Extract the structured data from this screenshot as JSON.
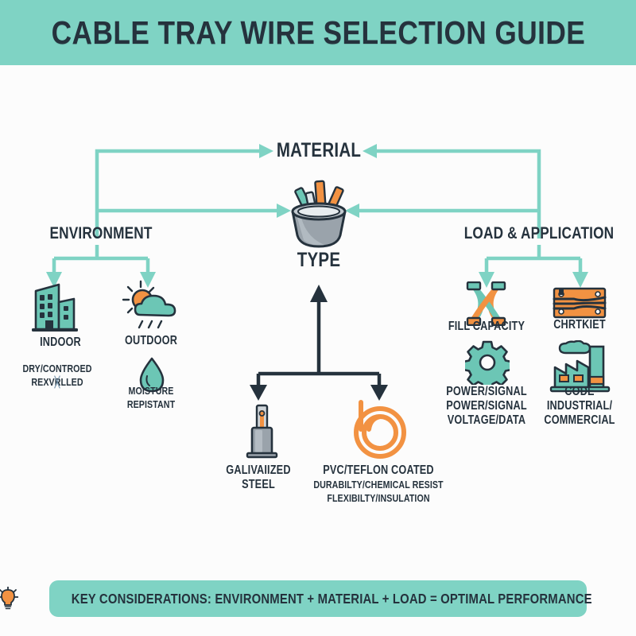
{
  "header": {
    "title": "CABLE TRAY WIRE SELECTION GUIDE",
    "band_color": "#7fd3c4",
    "text_color": "#25323d"
  },
  "palette": {
    "teal": "#7fd3c4",
    "teal_icon": "#6cc6b5",
    "orange": "#f29242",
    "navy": "#25323d",
    "gray": "#9aa3ab",
    "background": "#fcfcfc"
  },
  "center": {
    "material": {
      "label": "MATERIAL"
    },
    "type": {
      "label": "TYPE"
    },
    "tray_icon": "cable-tray-icon"
  },
  "branches": [
    {
      "id": "environment",
      "label": "ENVIRONMENT",
      "items": [
        {
          "id": "indoor",
          "icon": "building-icon",
          "label": "INDOOR",
          "sub_lines": [
            "DRY/CONTROED",
            "REXVRLLED"
          ],
          "garbled": true
        },
        {
          "id": "outdoor",
          "icon": "sun-cloud-rain-icon",
          "label": "OUTDOOR",
          "icon2": "water-drop-icon",
          "sub_lines": [
            "MOISTURE",
            "REPISTANT"
          ]
        }
      ]
    },
    {
      "id": "type",
      "label": "TYPE",
      "items": [
        {
          "id": "galvanized-steel",
          "icon": "conduit-icon",
          "label": "GALIVAIIZED",
          "label2": "STEEL",
          "sub_lines": []
        },
        {
          "id": "pvc-teflon",
          "icon": "coiled-cable-icon",
          "label": "PVC/TEFLON COATED",
          "sub_lines": [
            "DURABILTY/CHEMICAL RESIST",
            "FLEXIBILTY/INSULATION"
          ]
        }
      ]
    },
    {
      "id": "load-application",
      "label": "LOAD & APPLICATION",
      "items": [
        {
          "id": "fill-capacity",
          "icon": "crossed-cables-icon",
          "label": "FILL CAPACITY",
          "sub_lines": []
        },
        {
          "id": "chrtkiet",
          "icon": "cable-plate-icon",
          "label": "CHRTKIET",
          "garbled": true,
          "sub_lines": []
        },
        {
          "id": "power-signal",
          "icon": "gear-icon",
          "label": "",
          "sub_lines": [
            "POWER/SIGNAL",
            "POWER/SIGNAL",
            "VOLTAGE/DATA"
          ]
        },
        {
          "id": "code-industrial",
          "icon": "factory-icon",
          "label": "",
          "sub_lines": [
            "CODE",
            "INDUSTRIAL/",
            "COMMERCIAL"
          ]
        }
      ]
    }
  ],
  "footer": {
    "icon": "lightbulb-icon",
    "text": "KEY CONSIDERATIONS: ENVIRONMENT + MATERIAL + LOAD = OPTIMAL PERFORMANCE"
  }
}
